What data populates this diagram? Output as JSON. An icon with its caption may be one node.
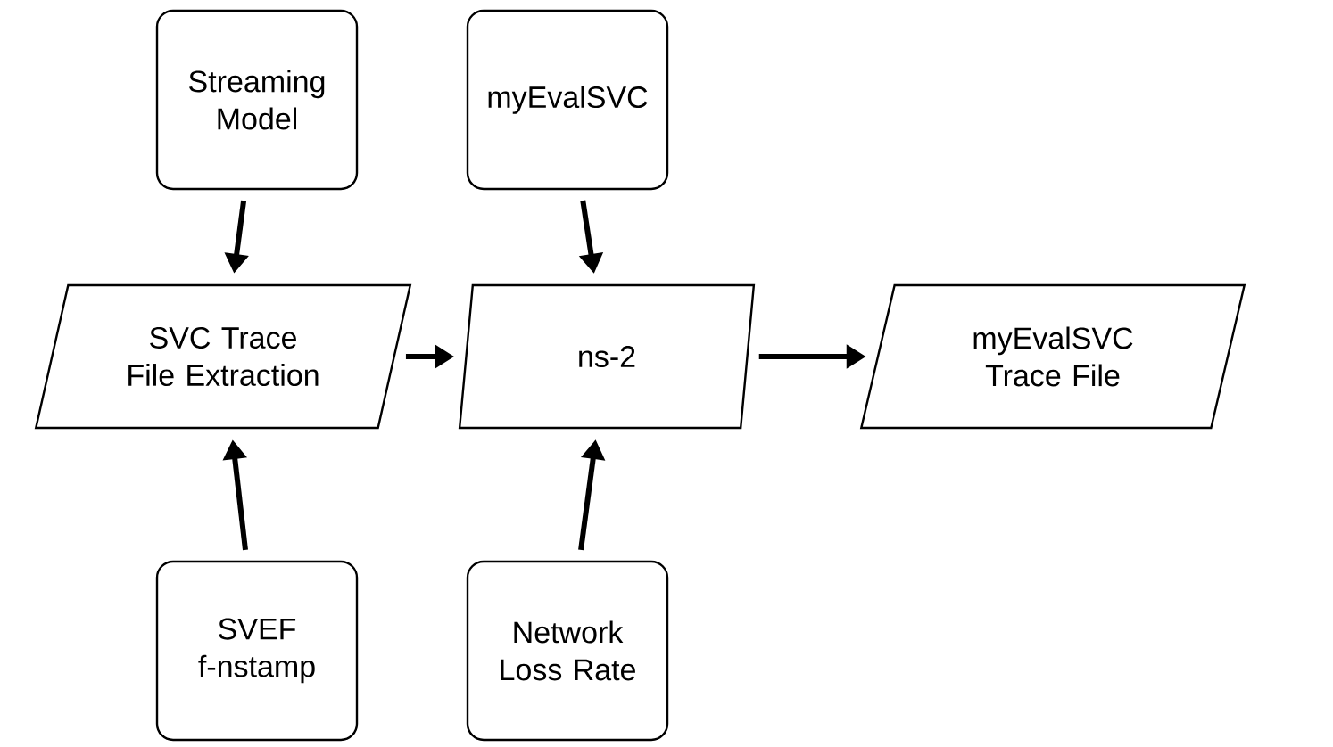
{
  "diagram": {
    "nodes": [
      {
        "text": [
          "Streaming Model"
        ]
      },
      {
        "text": [
          "myEvalSVC"
        ]
      },
      {
        "text": [
          "SVC Trace File Extraction"
        ]
      },
      {
        "text": [
          "ns-2"
        ]
      },
      {
        "text": [
          "myEvalSVC Trace File"
        ]
      },
      {
        "text": [
          "SVEF f-nstamp"
        ]
      },
      {
        "text": [
          "Network Loss Rate"
        ]
      }
    ],
    "edges": [
      {
        "from": 0,
        "to": 2,
        "arrow": "to"
      },
      {
        "from": 1,
        "to": 3,
        "arrow": "to"
      },
      {
        "from": 5,
        "to": 2,
        "arrow": "to"
      },
      {
        "from": 6,
        "to": 3,
        "arrow": "to"
      },
      {
        "from": 2,
        "to": 3,
        "arrow": "to"
      },
      {
        "from": 3,
        "to": 4,
        "arrow": "to"
      }
    ]
  }
}
